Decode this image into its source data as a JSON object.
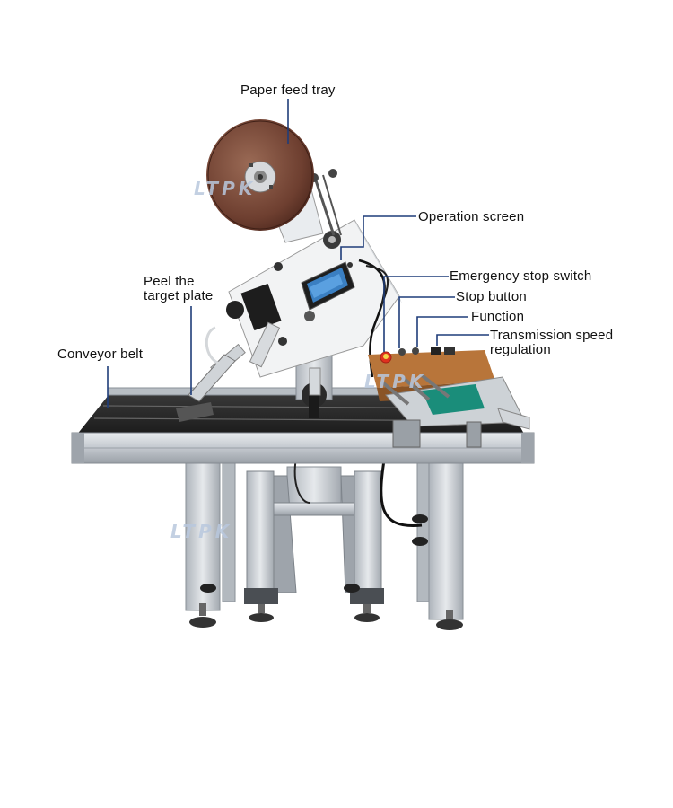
{
  "labels": {
    "paper_feed_tray": "Paper feed tray",
    "operation_screen": "Operation screen",
    "emergency_stop_switch": "Emergency stop switch",
    "stop_button": "Stop button",
    "function": "Function",
    "transmission_speed_line1": "Transmission speed",
    "transmission_speed_line2": "regulation",
    "peel_line1": "Peel the",
    "peel_line2": "target plate",
    "conveyor_belt": "Conveyor belt"
  },
  "watermark": "LTPK",
  "colors": {
    "leader_line": "#1f3d7a",
    "aluminum": "#c9ced4",
    "belt": "#2a2a2a",
    "reel": "#7a4a3a",
    "screen": "#3a7fc2"
  }
}
